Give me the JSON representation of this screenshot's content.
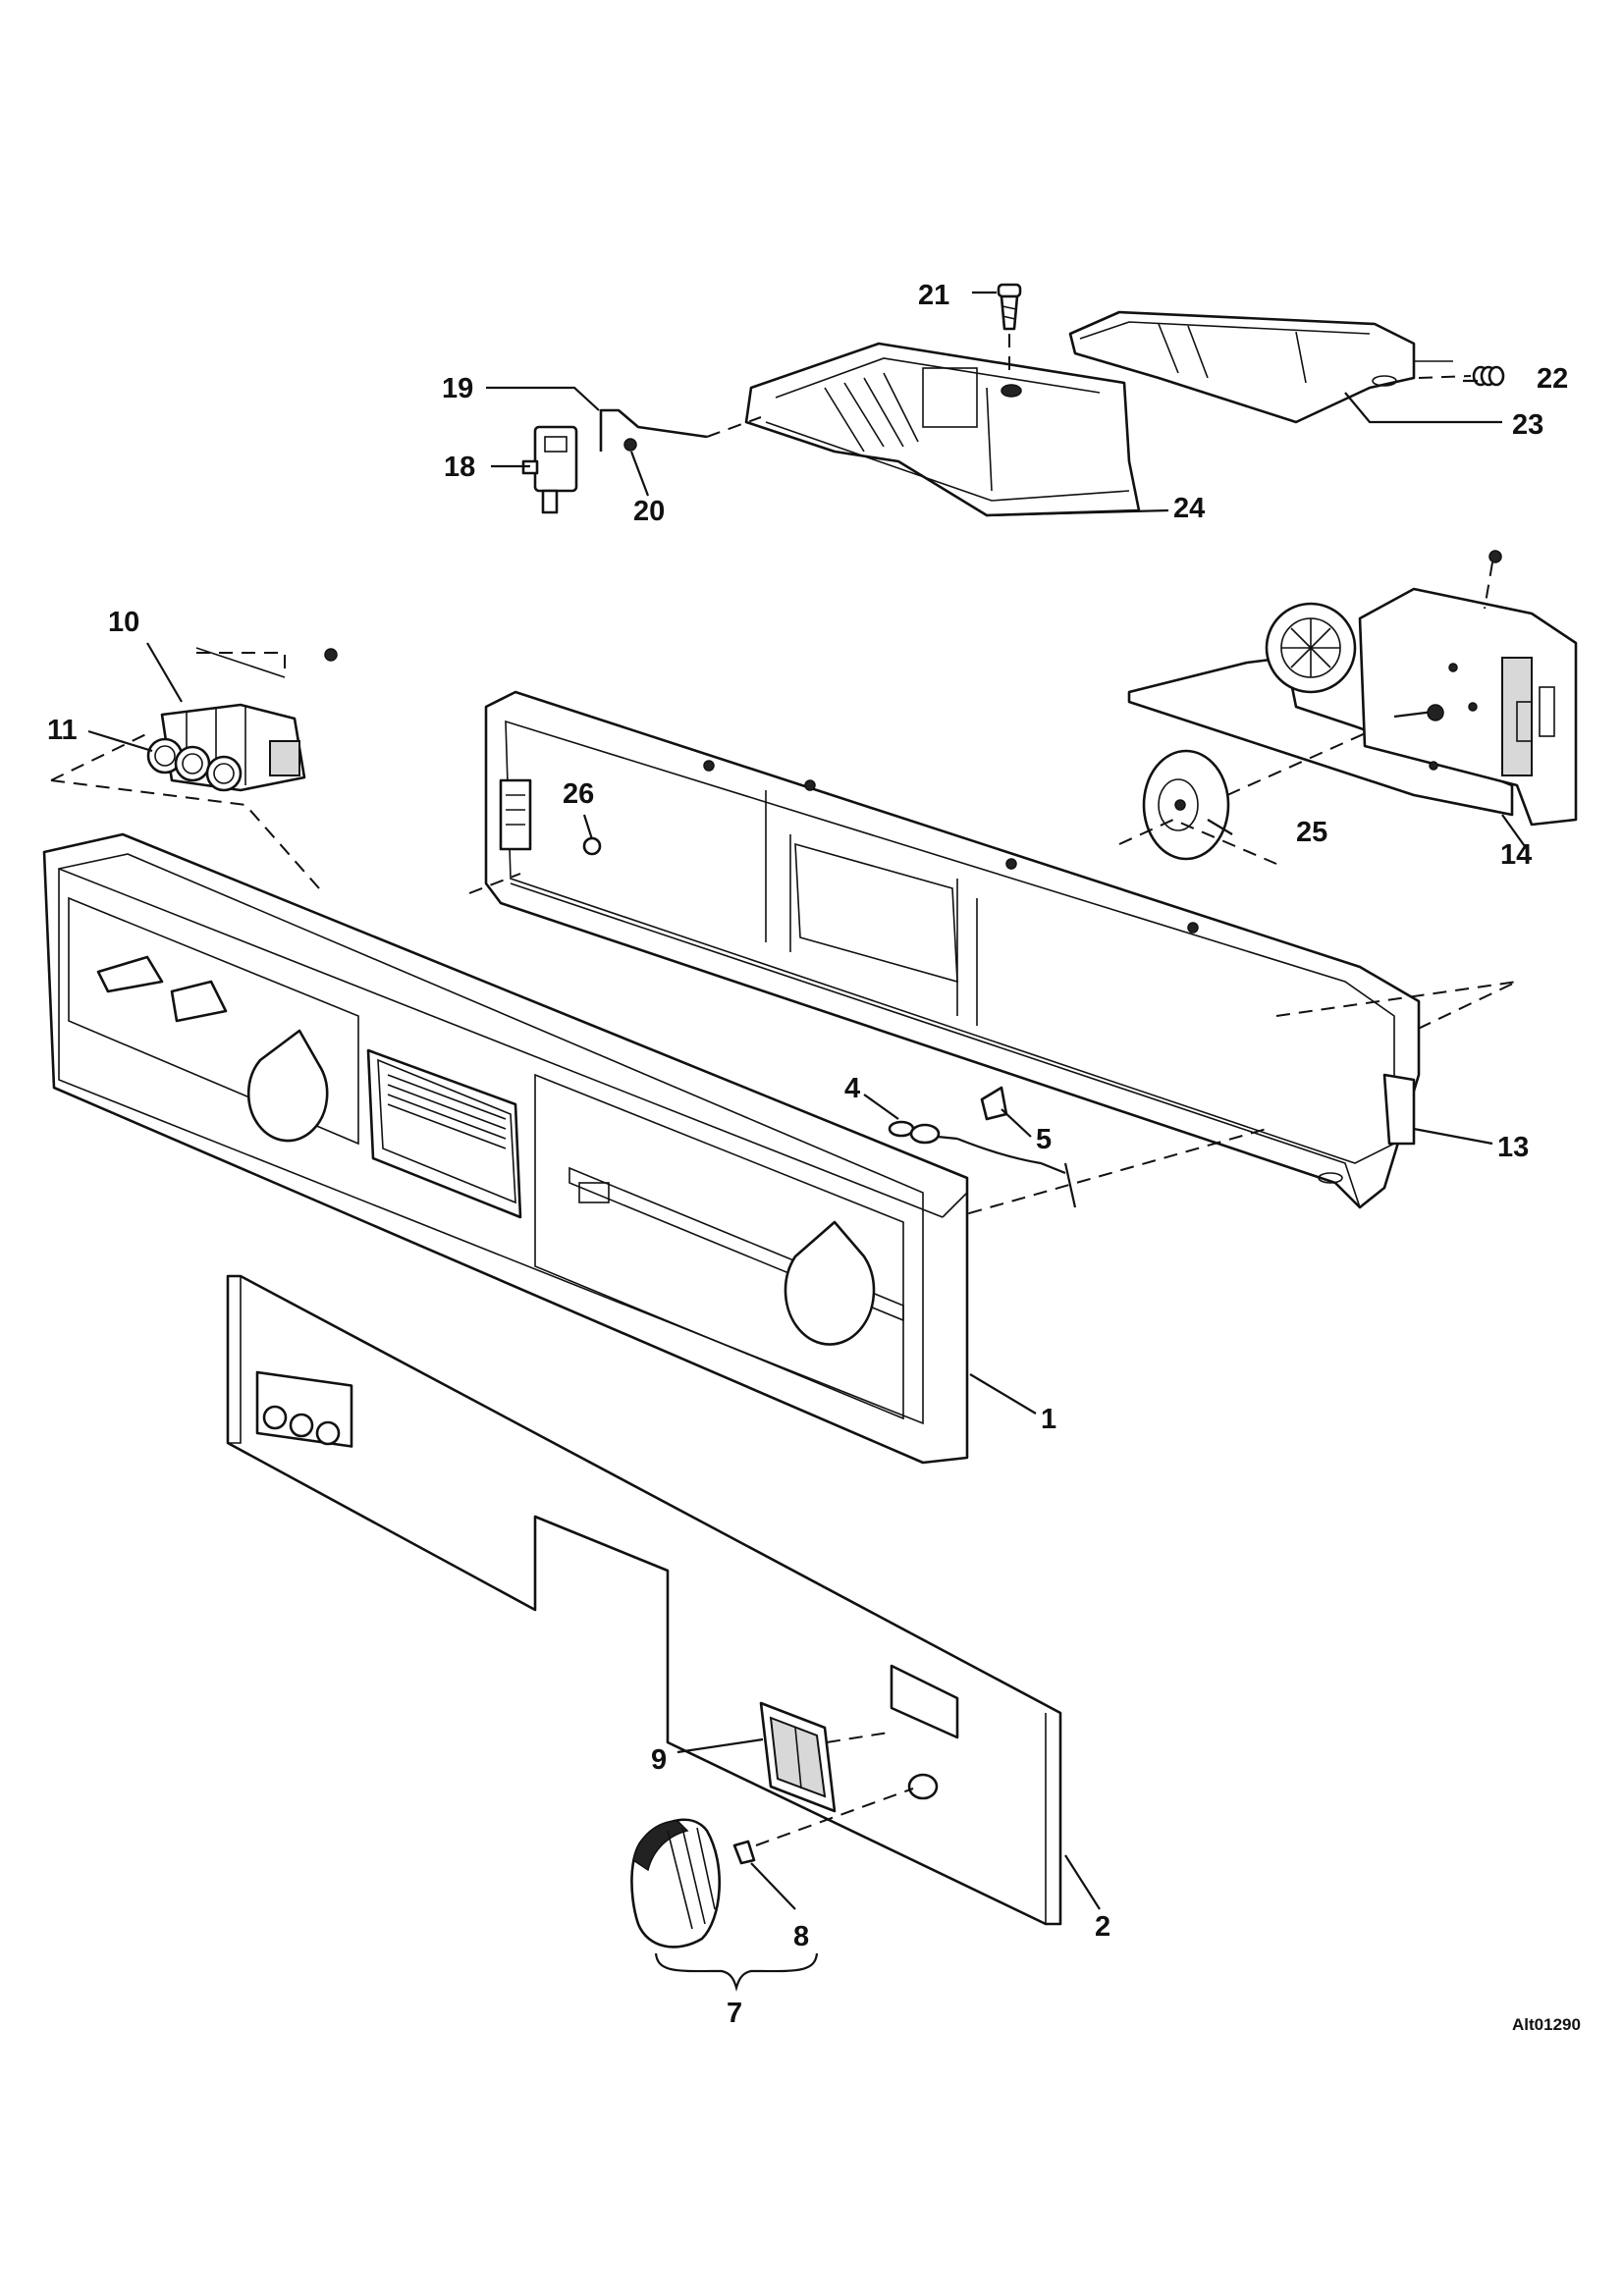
{
  "diagram": {
    "code": "Alt01290",
    "callouts": {
      "c1": "1",
      "c2": "2",
      "c4": "4",
      "c5": "5",
      "c7": "7",
      "c8": "8",
      "c9": "9",
      "c10": "10",
      "c11": "11",
      "c13": "13",
      "c14": "14",
      "c18": "18",
      "c19": "19",
      "c20": "20",
      "c21": "21",
      "c22": "22",
      "c23": "23",
      "c24": "24",
      "c25": "25",
      "c26": "26"
    }
  }
}
